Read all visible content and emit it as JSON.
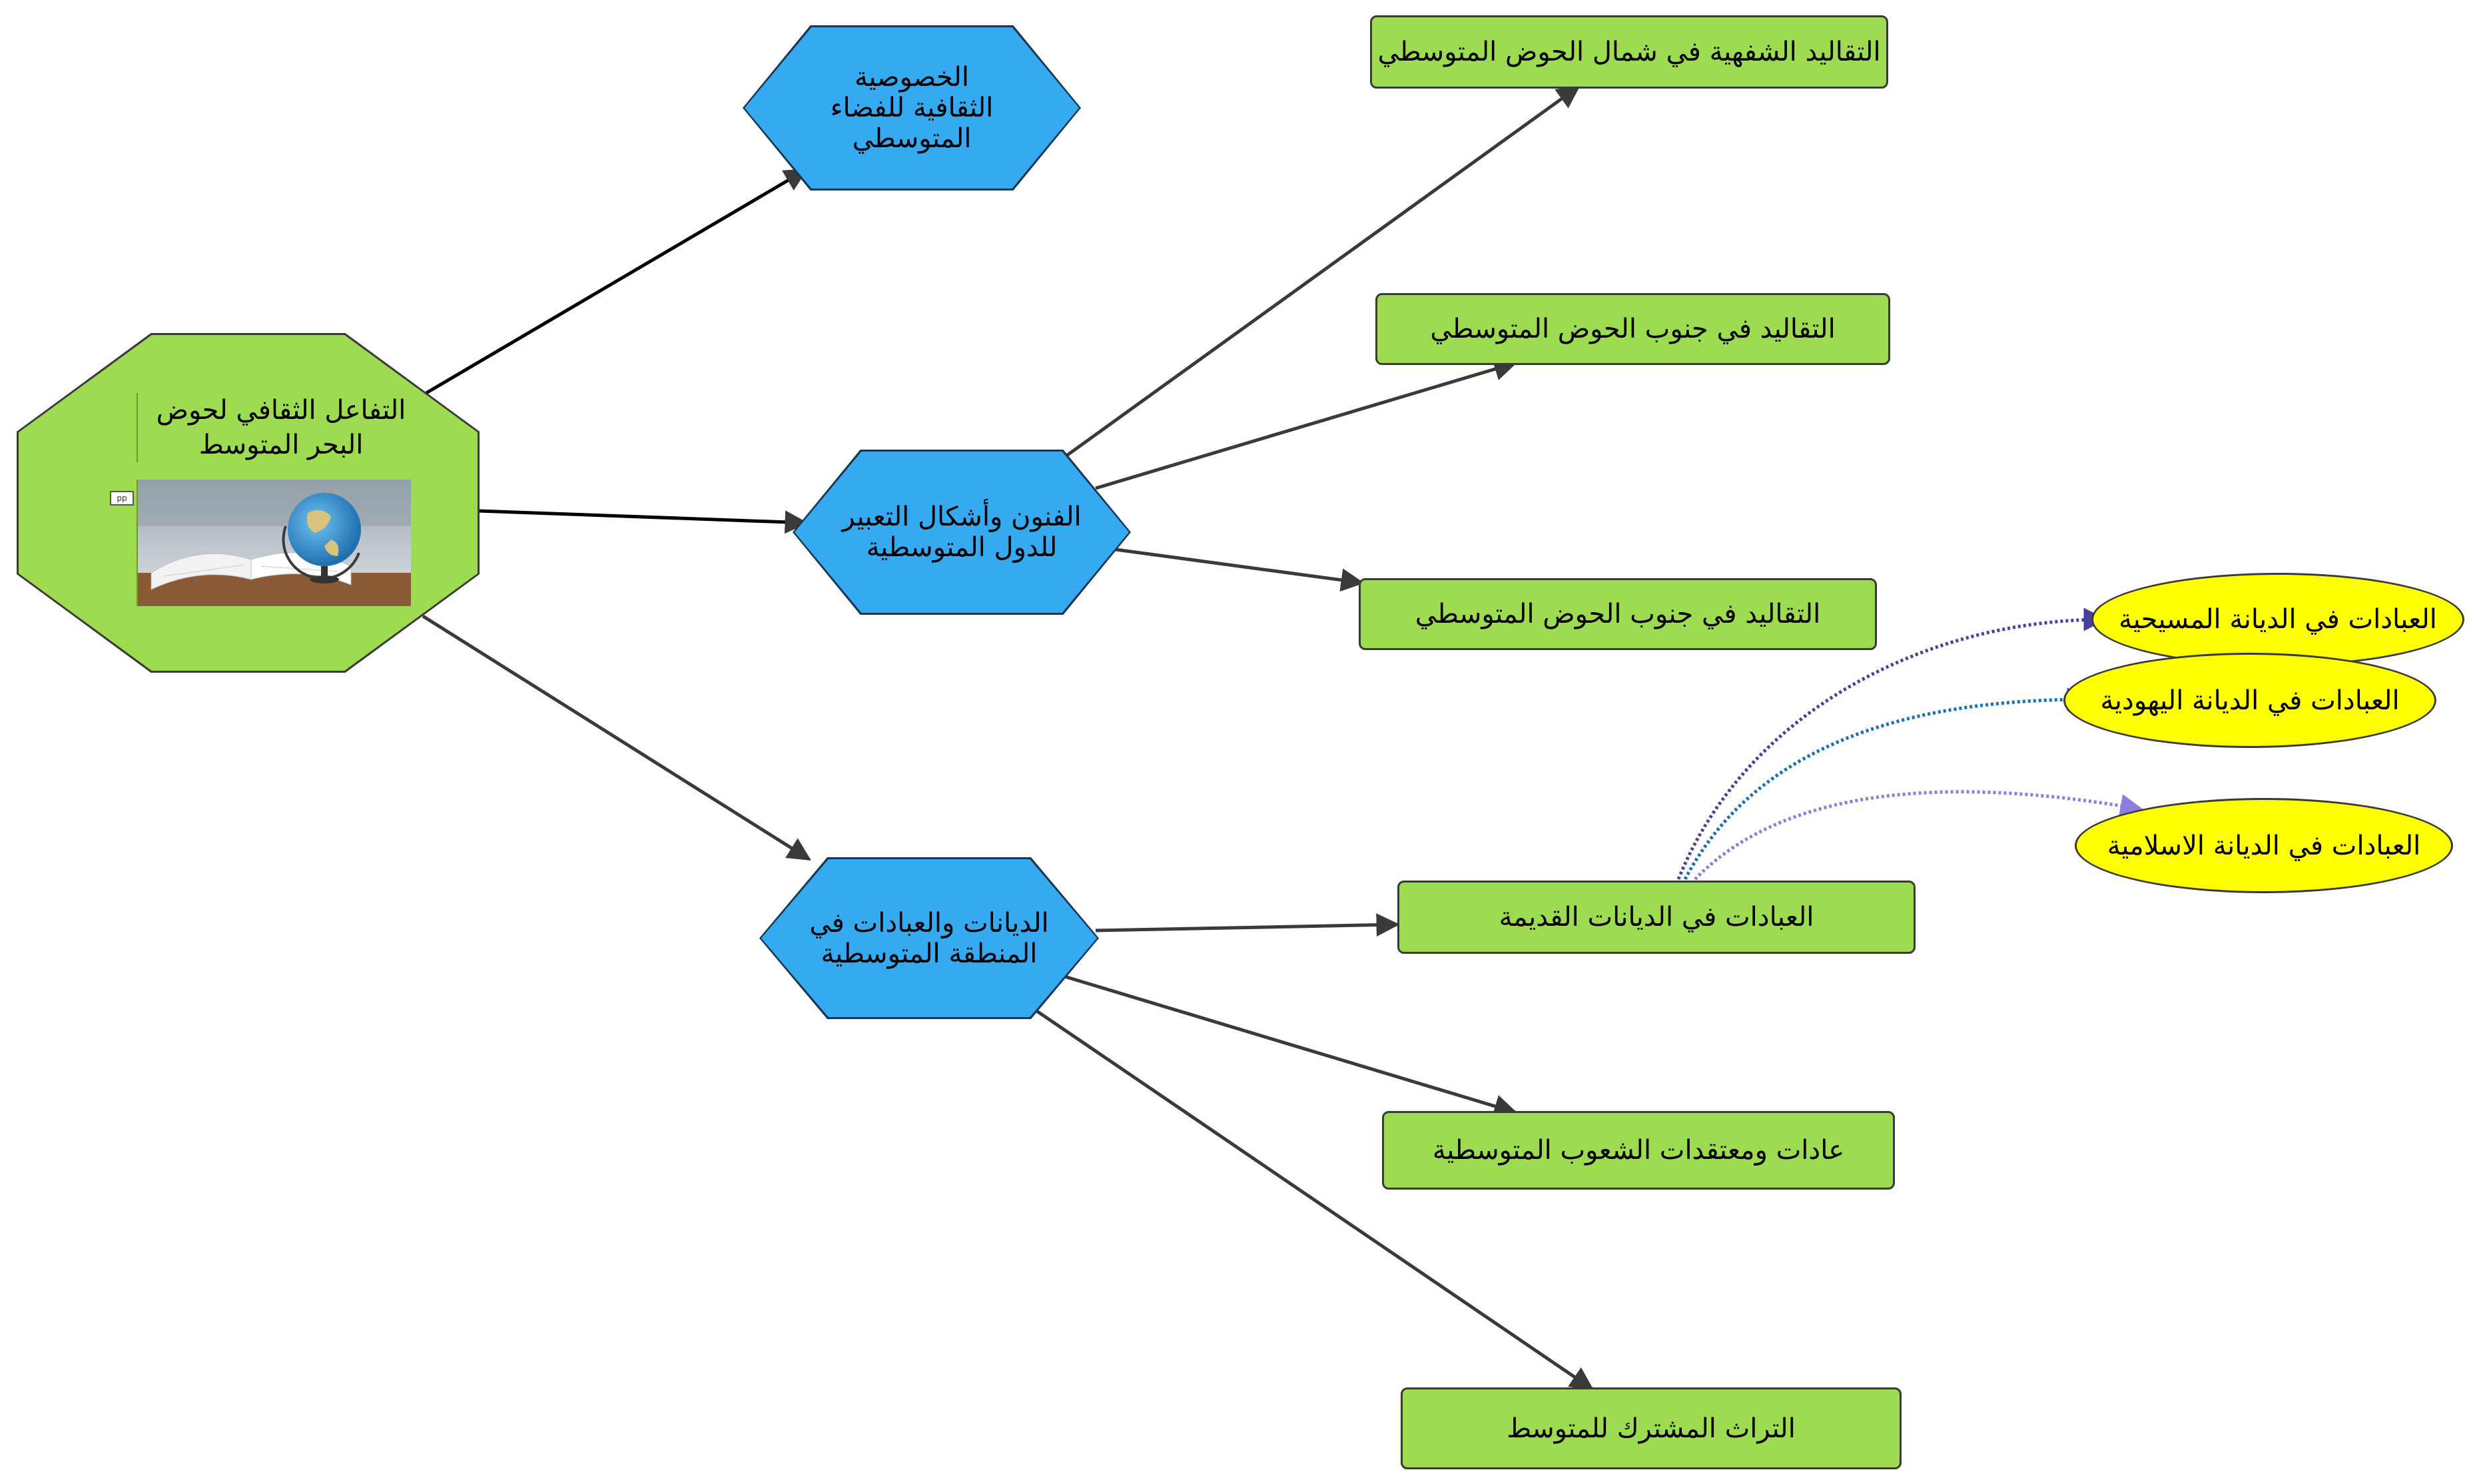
{
  "root": {
    "title": "التفاعل الثقافي لحوض البحر المتوسط",
    "photo_icon": "globe-on-book-photo",
    "marker": "pp"
  },
  "level1": [
    {
      "id": "l1-0",
      "label": "الخصوصية الثقافية للفضاء المتوسطي"
    },
    {
      "id": "l1-1",
      "label": "الفنون وأشكال التعبير للدول المتوسطية"
    },
    {
      "id": "l1-2",
      "label": "الديانات والعبادات في المنطقة المتوسطية"
    }
  ],
  "arts": [
    {
      "label": "التقاليد الشفهية في شمال الحوض المتوسطي"
    },
    {
      "label": "التقاليد  في جنوب الحوض المتوسطي"
    },
    {
      "label": "التقاليد  في جنوب الحوض المتوسطي"
    }
  ],
  "religions": [
    {
      "label": "العبادات في الديانات القديمة"
    },
    {
      "label": "عادات ومعتقدات الشعوب المتوسطية"
    },
    {
      "label": "التراث المشترك للمتوسط"
    }
  ],
  "worships": [
    {
      "label": "العبادات في الديانة المسيحية"
    },
    {
      "label": "العبادات في الديانة اليهودية"
    },
    {
      "label": "العبادات في الديانة الاسلامية"
    }
  ],
  "colors": {
    "hex_fill": "#35aaf0",
    "rect_fill": "#9ddc50",
    "ellipse_fill": "#ffff00",
    "edge": "#3a3a3a",
    "curve_christian": "#4a3f9a",
    "curve_jewish": "#1a6fb0",
    "curve_islamic": "#8a7fe0"
  }
}
